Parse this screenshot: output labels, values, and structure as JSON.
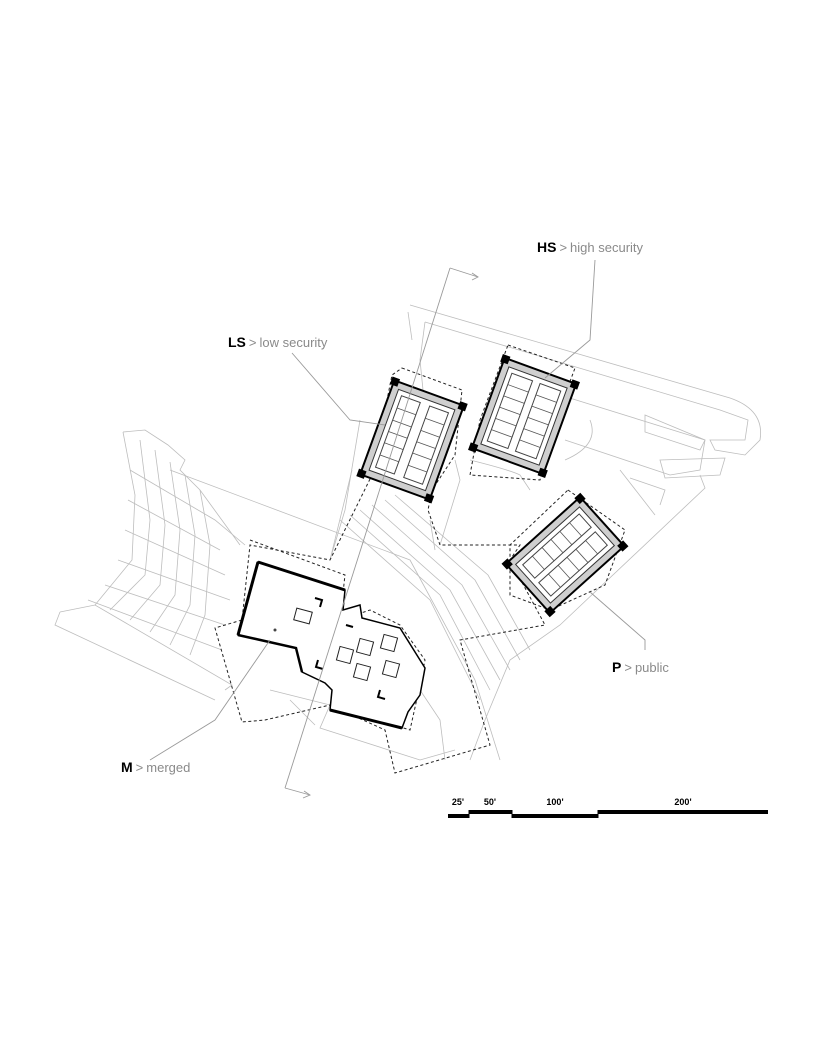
{
  "labels": {
    "hs": {
      "code": "HS",
      "separator": ">",
      "text": "high security"
    },
    "ls": {
      "code": "LS",
      "separator": ">",
      "text": "low security"
    },
    "p": {
      "code": "P",
      "separator": ">",
      "text": "public"
    },
    "m": {
      "code": "M",
      "separator": ">",
      "text": "merged"
    }
  },
  "scale_bar": {
    "segments": [
      "25'",
      "50'",
      "100'",
      "200'"
    ]
  },
  "colors": {
    "line": "#b9b9b9",
    "ink": "#000000",
    "dashed": "#222222",
    "leader": "#9a9a9a",
    "label_text": "#8a8a8a"
  }
}
